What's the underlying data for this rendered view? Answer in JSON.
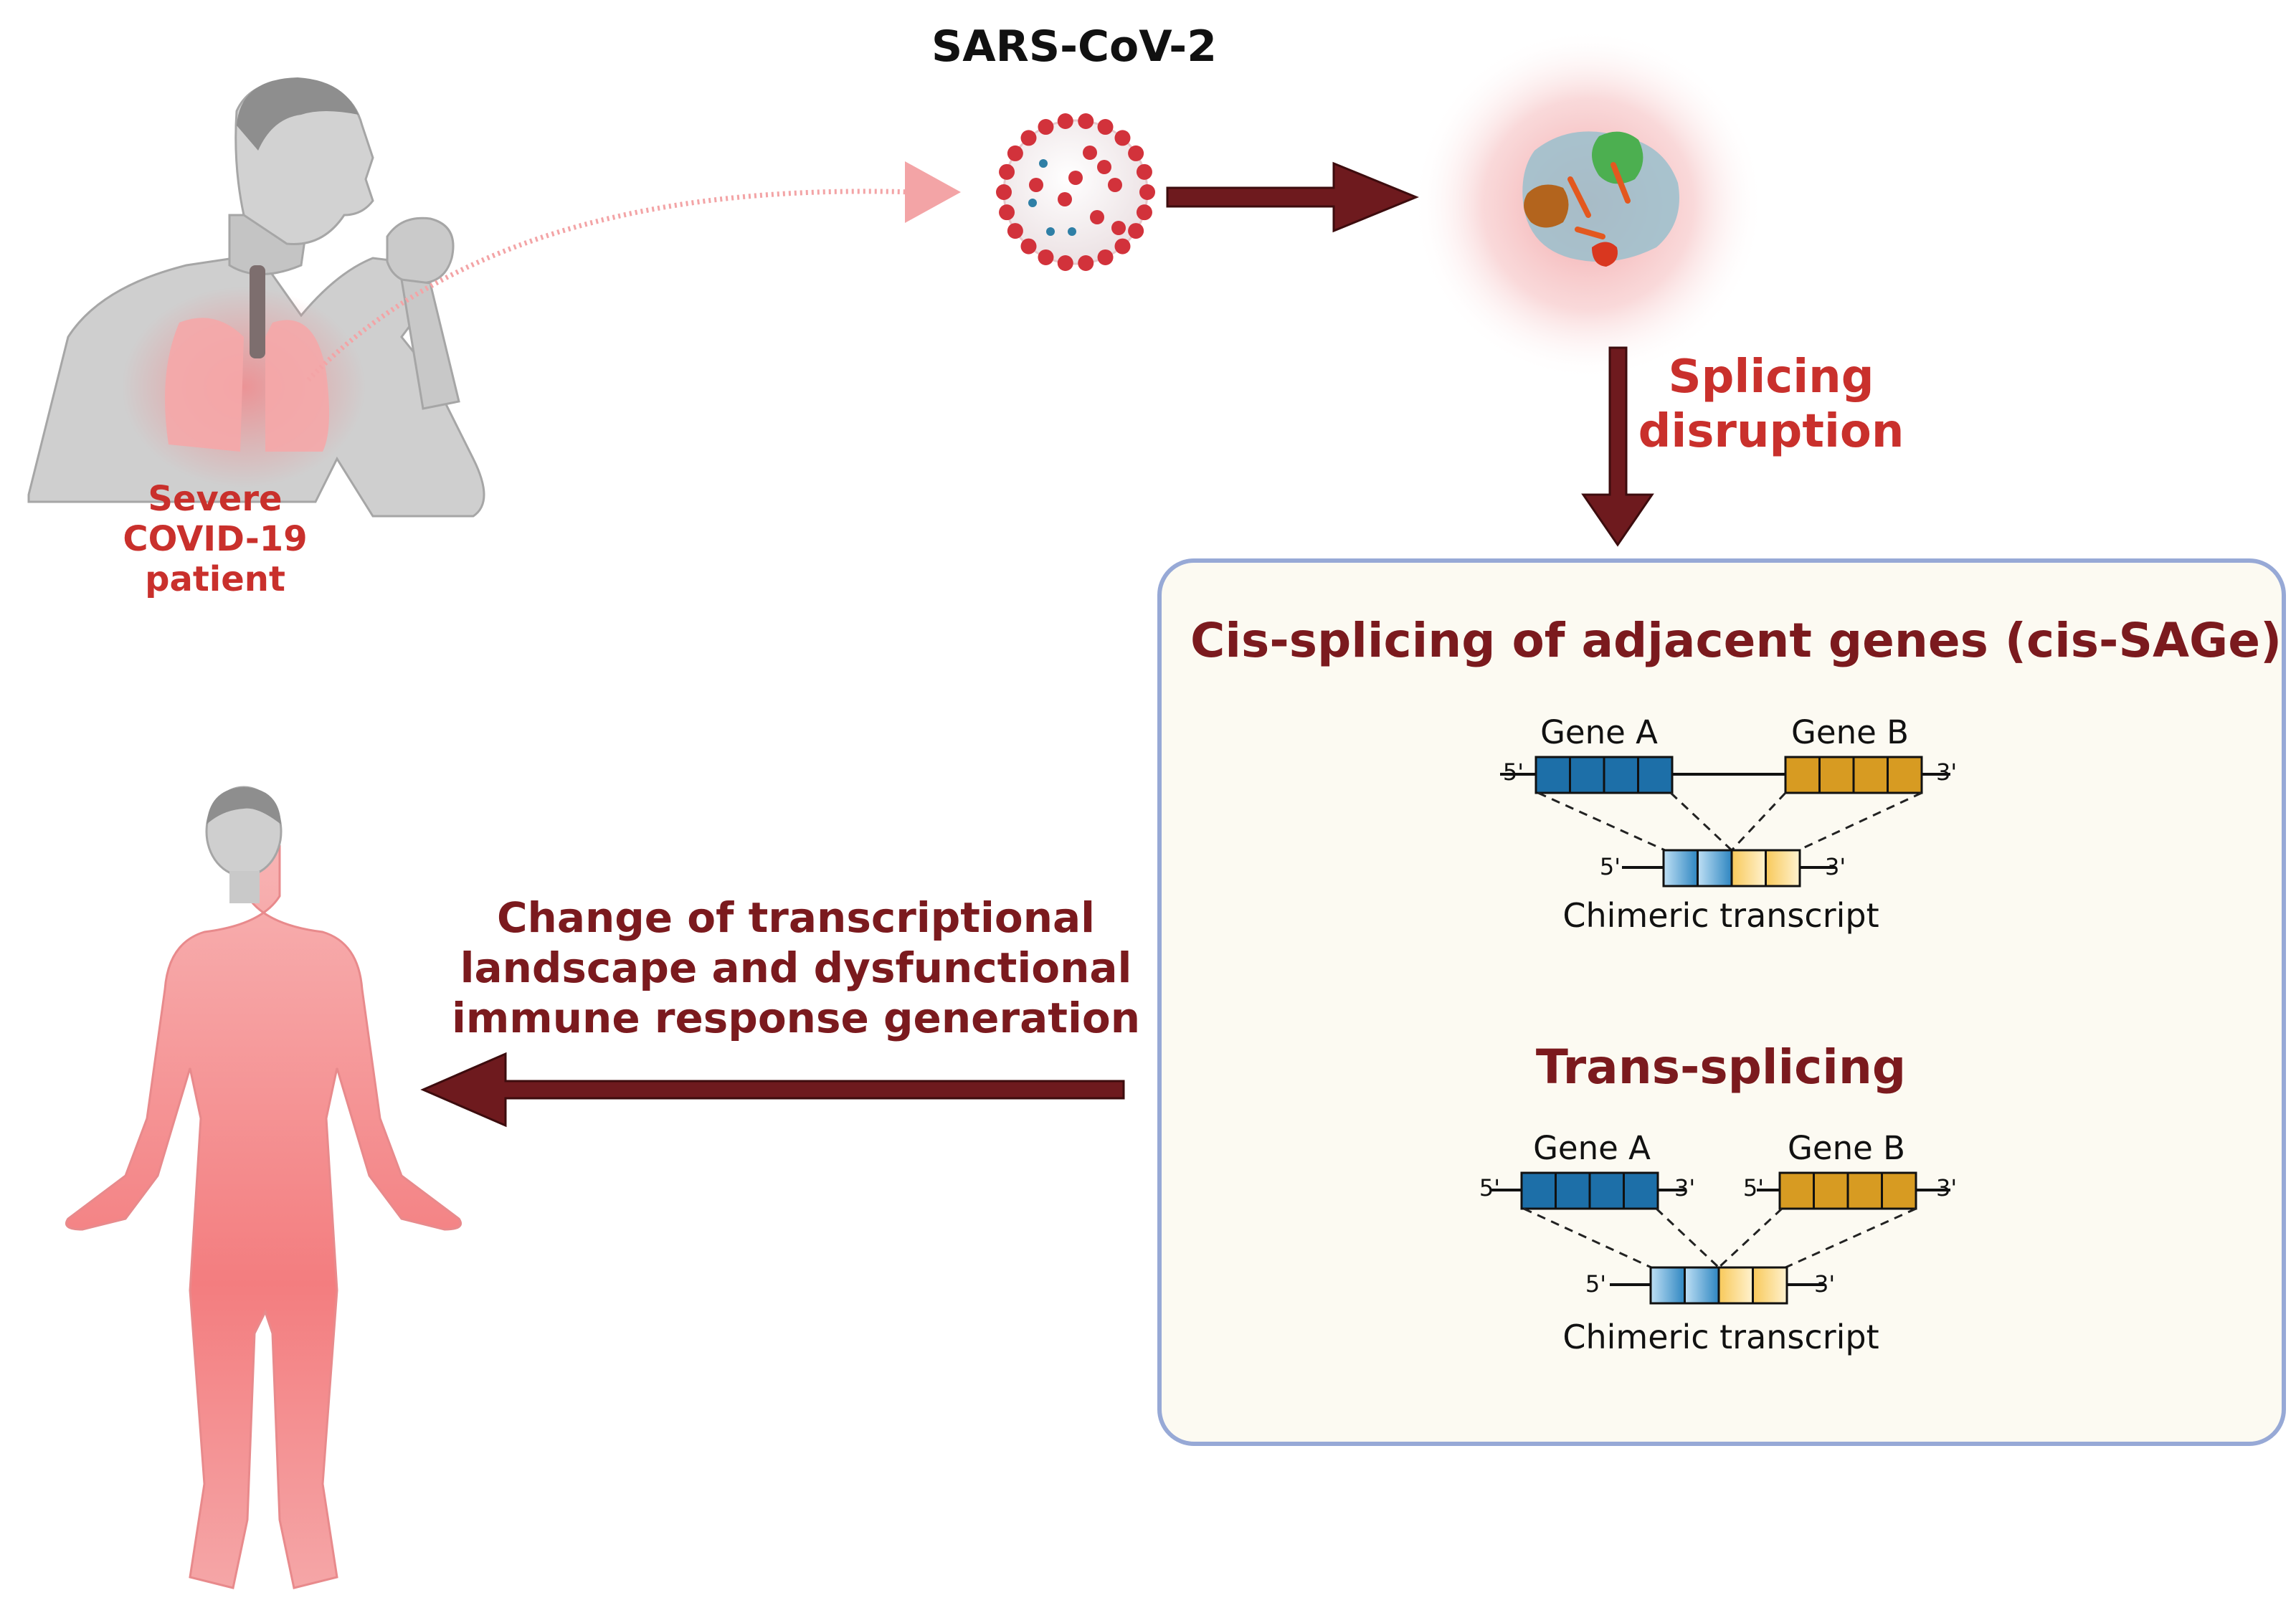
{
  "title": "SARS-CoV-2",
  "patient_label": [
    "Severe",
    "COVID-19",
    "patient"
  ],
  "splicing_label": [
    "Splicing",
    "disruption"
  ],
  "outcome_label": [
    "Change of transcriptional",
    "landscape and dysfunctional",
    "immune response generation"
  ],
  "panel": {
    "cis_title": "Cis-splicing of adjacent genes (cis-SAGe)",
    "trans_title": "Trans-splicing",
    "gene_a": "Gene A",
    "gene_b": "Gene B",
    "five_prime": "5'",
    "three_prime": "3'",
    "chimeric": "Chimeric transcript"
  },
  "colors": {
    "arrow": "#6e1a1e",
    "gene_a": "#1d6fa8",
    "gene_b": "#d79b22",
    "panel_border": "#97a9d6",
    "panel_fill": "#fcfaf2",
    "accent_red": "#c9302c"
  },
  "icons": [
    "coughing-patient-icon",
    "coronavirus-icon",
    "infected-cell-icon",
    "human-body-icon"
  ]
}
